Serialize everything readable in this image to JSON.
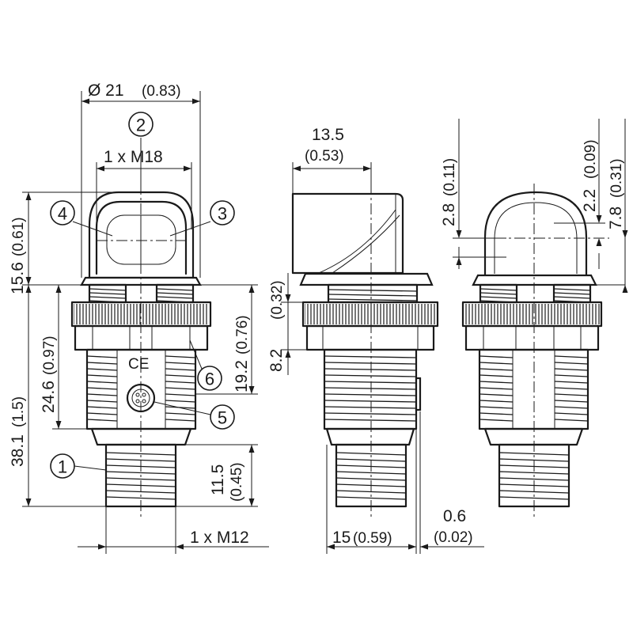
{
  "view1": {
    "diameter_value": "Ø 21",
    "diameter_inch": "(0.83)",
    "thread_top": "1 x M18",
    "thread_bottom": "1 x M12",
    "h_15_6": "15.6",
    "h_15_6_inch": "(0.61)",
    "h_38_1": "38.1",
    "h_38_1_inch": "(1.5)",
    "h_24_6": "24.6",
    "h_24_6_inch": "(0.97)",
    "h_19_2": "19.2",
    "h_19_2_inch": "(0.76)",
    "h_11_5": "11.5",
    "h_11_5_inch": "(0.45)",
    "ce_mark": "CE"
  },
  "view2": {
    "w_13_5": "13.5",
    "w_13_5_inch": "(0.53)",
    "h_8_2": "8.2",
    "h_8_2_inch": "(0.32)",
    "w_15": "15",
    "w_15_inch": "(0.59)",
    "w_0_6": "0.6",
    "w_0_6_inch": "(0.02)"
  },
  "view3": {
    "h_2_8": "2.8",
    "h_2_8_inch": "(0.11)",
    "h_2_2": "2.2",
    "h_2_2_inch": "(0.09)",
    "h_7_8": "7.8",
    "h_7_8_inch": "(0.31)"
  },
  "callouts": {
    "c1": "1",
    "c2": "2",
    "c3": "3",
    "c4": "4",
    "c5": "5",
    "c6": "6"
  }
}
